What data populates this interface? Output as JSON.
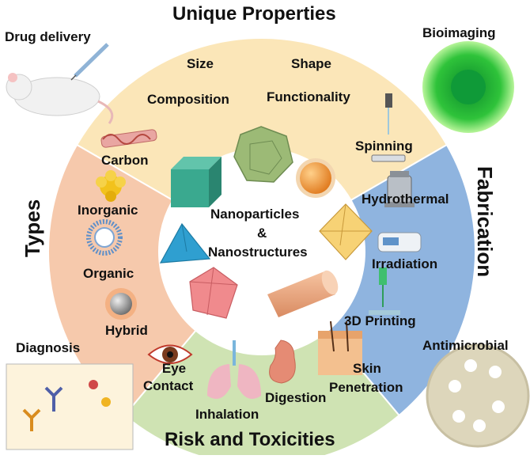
{
  "header": {
    "title": "Unique Properties"
  },
  "footer": {
    "title": "Risk and Toxicities"
  },
  "center": {
    "line1": "Nanoparticles",
    "line2": "&",
    "line3": "Nanostructures"
  },
  "properties": {
    "size": "Size",
    "shape": "Shape",
    "composition": "Composition",
    "functionality": "Functionality"
  },
  "types": {
    "title": "Types",
    "items": [
      "Carbon",
      "Inorganic",
      "Organic",
      "Hybrid"
    ]
  },
  "fabrication": {
    "title": "Fabrication",
    "items": [
      "Spinning",
      "Hydrothermal",
      "Irradiation",
      "3D Printing"
    ]
  },
  "risks": {
    "eye_line1": "Eye",
    "eye_line2": "Contact",
    "inhalation": "Inhalation",
    "digestion": "Digestion",
    "skin_line1": "Skin",
    "skin_line2": "Penetration"
  },
  "applications": {
    "drug_delivery": "Drug delivery",
    "bioimaging": "Bioimaging",
    "diagnosis": "Diagnosis",
    "antimicrobial": "Antimicrobial"
  },
  "colors": {
    "properties_ring": "#fbe6b8",
    "types_ring": "#f6c9ac",
    "fabrication_ring": "#8fb4df",
    "risks_ring": "#cfe3b3",
    "center_fill": "#ffffff"
  }
}
